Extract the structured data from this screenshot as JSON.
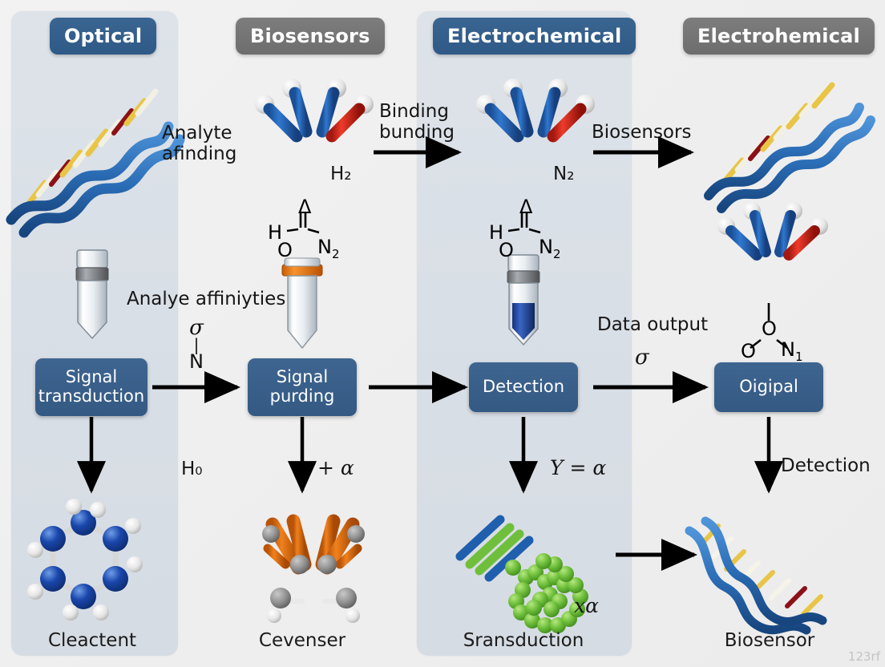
{
  "columns": [
    {
      "header": "Optical",
      "header_style": "blue",
      "shaded": true,
      "caption": "Cleactent",
      "process_box": "Signal\ntransduction",
      "down_arrow_label": "H₀",
      "graphic_top": "dna-double-helix",
      "graphic_mid": "microcentrifuge-tube-gray-cap",
      "graphic_bottom": "blue-hexagonal-molecule-cluster"
    },
    {
      "header": "Biosensors",
      "header_style": "gray",
      "shaded": false,
      "caption": "Cevenser",
      "process_box": "Signal\npurding",
      "down_arrow_label": "+ α",
      "graphic_top": "antibody-blue-red-igg",
      "graphic_formula": "carbamic-acid",
      "graphic_mid": "microcentrifuge-tube-orange-cap",
      "graphic_bottom": "antibody-orange-igg",
      "antibody_label": "H₂"
    },
    {
      "header": "Electrochemical",
      "header_style": "blue",
      "shaded": true,
      "caption": "Sransduction",
      "process_box": "Detection",
      "down_arrow_label": "Y = α",
      "graphic_top": "antibody-blue-red-igg",
      "graphic_formula": "carbamic-acid",
      "graphic_mid": "microcentrifuge-tube-blue-liquid",
      "graphic_bottom": "protein-helix-green-chain",
      "antibody_label": "N₂",
      "bottom_symbol": "xα"
    },
    {
      "header": "Electrohemical",
      "header_style": "gray",
      "shaded": false,
      "caption": "Biosensor",
      "process_box": "Oigipal",
      "down_arrow_label": "Detection",
      "graphic_top": "dna-double-helix",
      "graphic_mid": "antibody-blue-red-igg",
      "graphic_formula": "nitro-oxygen-group",
      "graphic_bottom": "dna-double-helix"
    }
  ],
  "horizontal_arrows": [
    {
      "id": "arrow-top-1",
      "label": "Binding\nbunding"
    },
    {
      "id": "arrow-top-2",
      "label": "Biosensors"
    },
    {
      "id": "arrow-mid-1",
      "label": ""
    },
    {
      "id": "arrow-mid-2",
      "label": ""
    },
    {
      "id": "arrow-mid-3",
      "label": ""
    },
    {
      "id": "arrow-bottom-1",
      "label": ""
    }
  ],
  "free_labels": {
    "analyte_binding": "Analyte\nafinding",
    "analyte_affinities": "Analye affiniyties",
    "sigma_n": {
      "sigma": "σ",
      "bond": "|",
      "atom": "N"
    },
    "data_output": "Data output",
    "data_output_sigma": "σ"
  },
  "formulas": {
    "carbamic": {
      "delta": "Δ",
      "h": "H",
      "o": "O",
      "n": "N",
      "n_sub": "2"
    },
    "nitro": {
      "o_top": "O",
      "o_left": "O",
      "n": "N",
      "n_sub": "1"
    }
  },
  "colors": {
    "header_blue": "#355d89",
    "header_gray": "#737373",
    "box_blue": "#3a6189",
    "panel_shade": "#dbe1e8",
    "canvas_bg": "#efefef",
    "antibody_blue": "#1f5fad",
    "antibody_red": "#d32a20",
    "antibody_orange": "#e2700f",
    "molecule_blue": "#1646ab",
    "protein_green": "#6cc04a",
    "dna_blue": "#2f72c0",
    "dna_yellow": "#e8c547"
  },
  "watermark": "123rf"
}
